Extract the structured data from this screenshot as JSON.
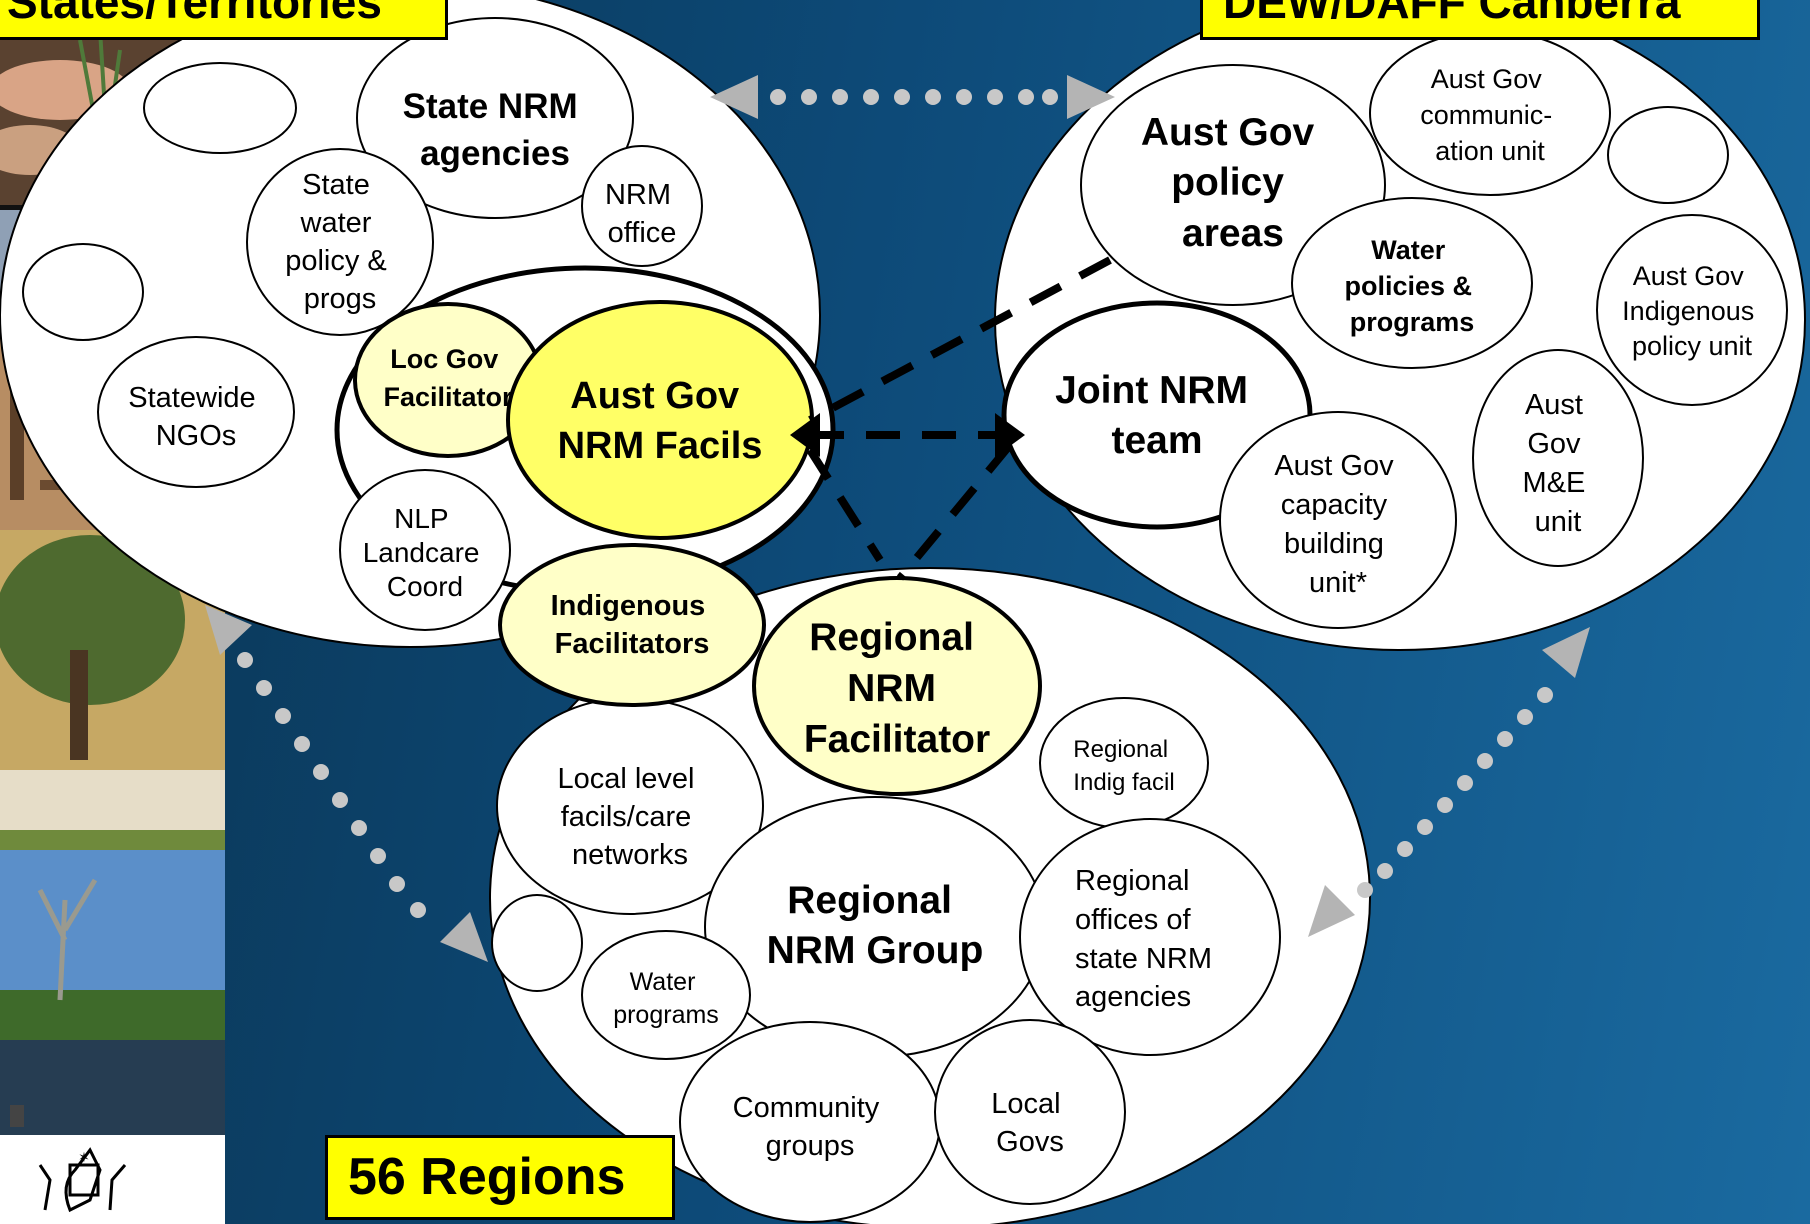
{
  "labels": {
    "states_territories": "States/Territories",
    "dew_daff_canberra": "DEW/DAFF Canberra",
    "regions": "56 Regions"
  },
  "states_circle": {
    "state_nrm_agencies": [
      "State NRM",
      "agencies"
    ],
    "nrm_office": [
      "NRM",
      "office"
    ],
    "state_water_policy": [
      "State",
      "water",
      "policy &",
      "progs"
    ],
    "statewide_ngos": [
      "Statewide",
      "NGOs"
    ],
    "loc_gov_facilitator": [
      "Loc Gov",
      "Facilitator"
    ],
    "nlp_landcare_coord": [
      "NLP",
      "Landcare",
      "Coord"
    ]
  },
  "canberra_circle": {
    "aust_gov_policy_areas": [
      "Aust Gov",
      "policy",
      "areas"
    ],
    "communication_unit": [
      "Aust Gov",
      "communic-",
      "ation unit"
    ],
    "water_policies": [
      "Water",
      "policies &",
      "programs"
    ],
    "indigenous_policy_unit": [
      "Aust Gov",
      "Indigenous",
      "policy unit"
    ],
    "joint_nrm_team": [
      "Joint NRM",
      "team"
    ],
    "capacity_building_unit": [
      "Aust Gov",
      "capacity",
      "building",
      "unit*"
    ],
    "me_unit": [
      "Aust",
      "Gov",
      "M&E",
      "unit"
    ]
  },
  "shared": {
    "aust_gov_nrm_facils": [
      "Aust Gov",
      "NRM Facils"
    ],
    "indigenous_facilitators": [
      "Indigenous",
      "Facilitators"
    ],
    "regional_nrm_facilitator": [
      "Regional",
      "NRM",
      "Facilitator"
    ]
  },
  "regions_circle": {
    "regional_indig_facil": [
      "Regional",
      "Indig facil"
    ],
    "local_level_facils": [
      "Local level",
      "facils/care",
      "networks"
    ],
    "regional_nrm_group": [
      "Regional",
      "NRM Group"
    ],
    "regional_offices": [
      "Regional",
      "offices of",
      "state NRM",
      "agencies"
    ],
    "water_programs": [
      "Water",
      "programs"
    ],
    "community_groups": [
      "Community",
      "groups"
    ],
    "local_govs": [
      "Local",
      "Govs"
    ]
  },
  "colors": {
    "background_dark": "#0a3350",
    "background_light": "#1a6aa0",
    "highlight_yellow": "#ffff66",
    "pale_yellow": "#ffffc8",
    "badge_yellow": "#ffff00",
    "arrow_gray": "#b4b4b4"
  },
  "icons": [
    "australian-coat-of-arms-icon"
  ]
}
